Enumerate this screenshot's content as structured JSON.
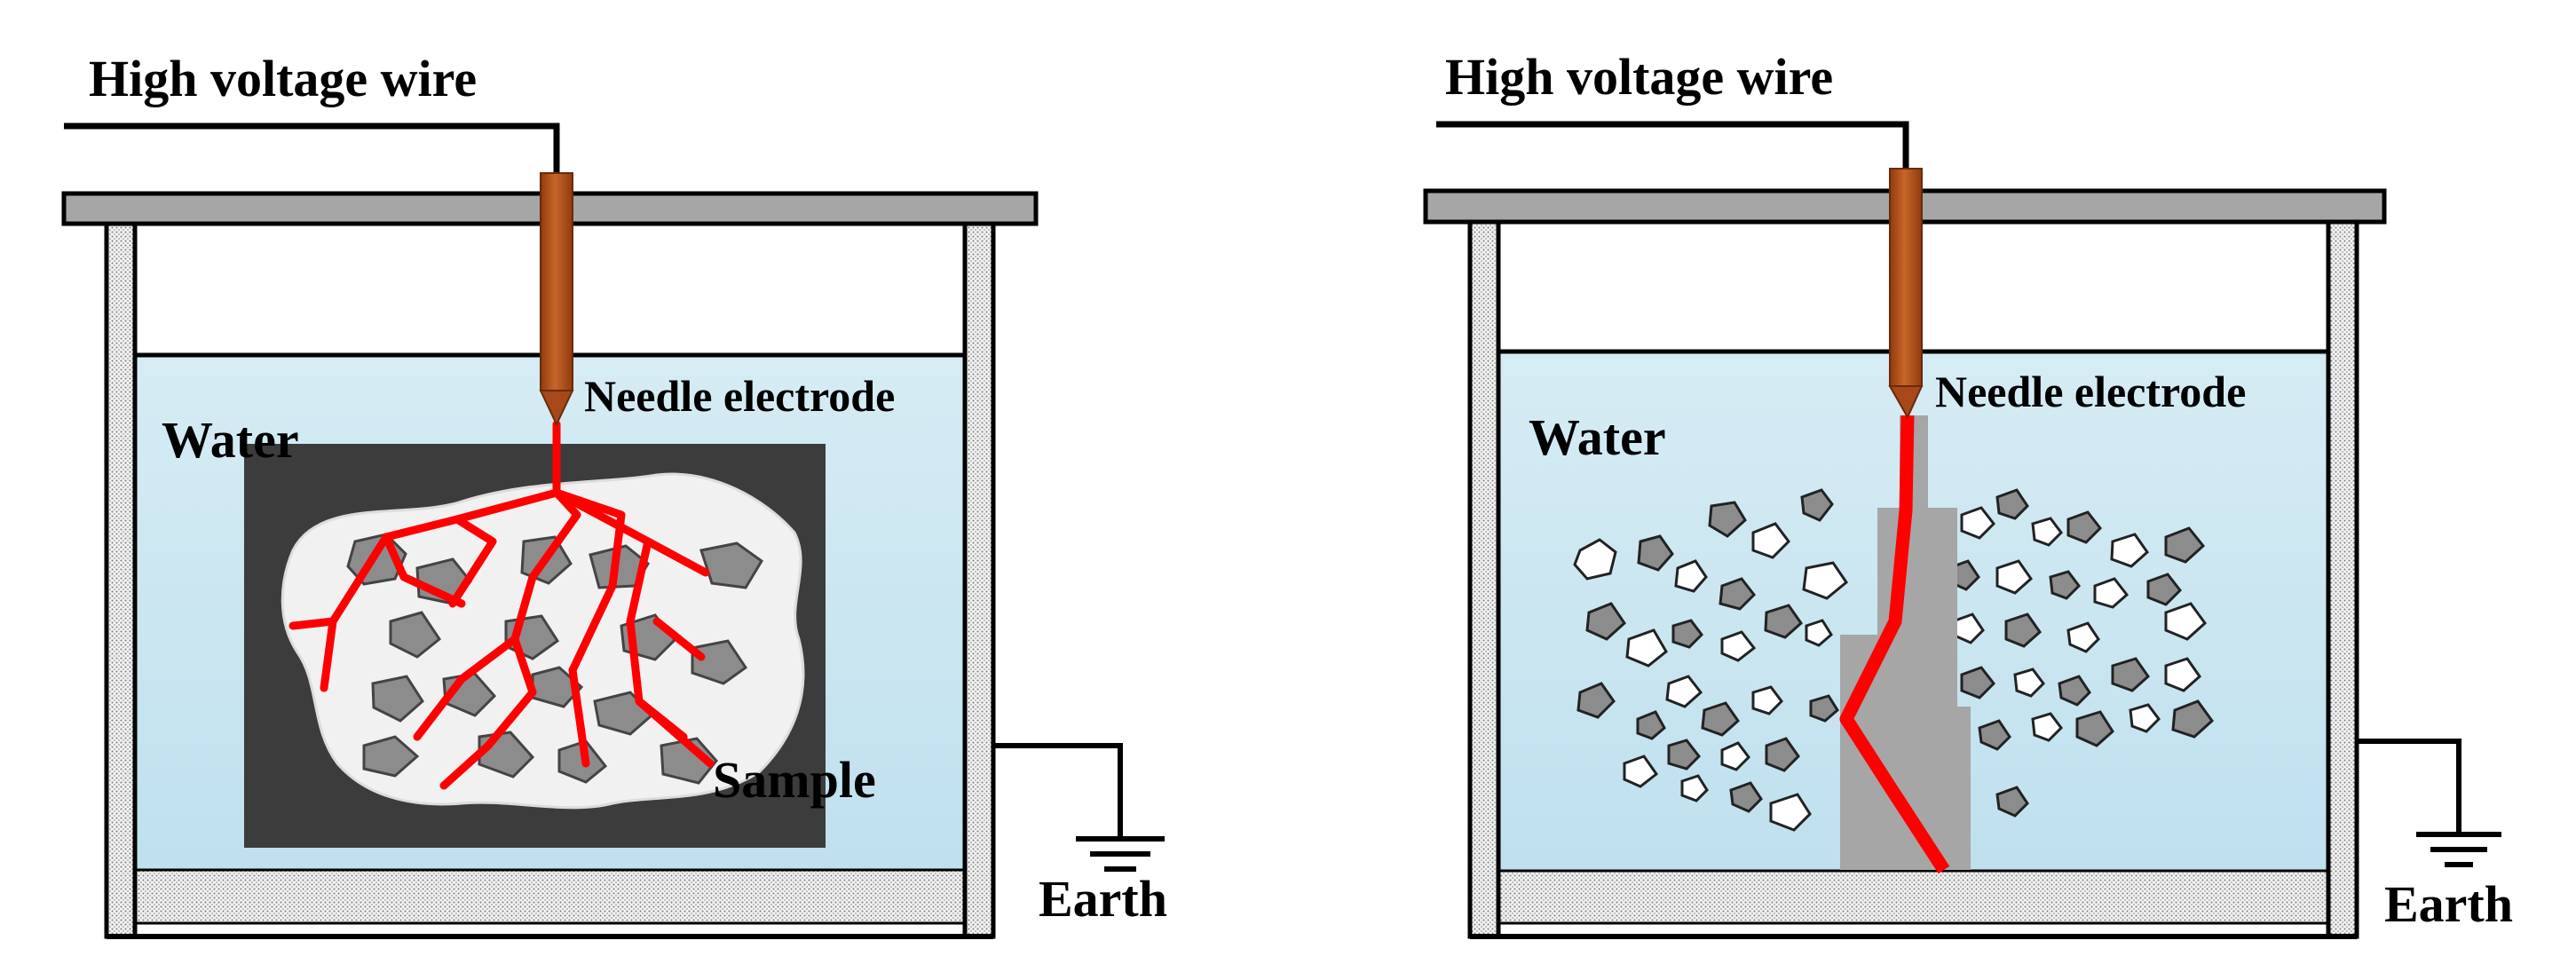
{
  "left_diagram": {
    "wire_label": "High voltage wire",
    "electrode_label": "Needle electrode",
    "water_label": "Water",
    "sample_label": "Sample",
    "earth_label": "Earth"
  },
  "right_diagram": {
    "wire_label": "High voltage wire",
    "electrode_label": "Needle electrode",
    "water_label": "Water",
    "earth_label": "Earth"
  },
  "colors": {
    "water": "#cfe8f2",
    "electrode": "#b5531c",
    "discharge": "#ff0000",
    "lid": "#a6a6a6",
    "sample_bg": "#3c3c3c",
    "particle": "#8c8c8c"
  }
}
